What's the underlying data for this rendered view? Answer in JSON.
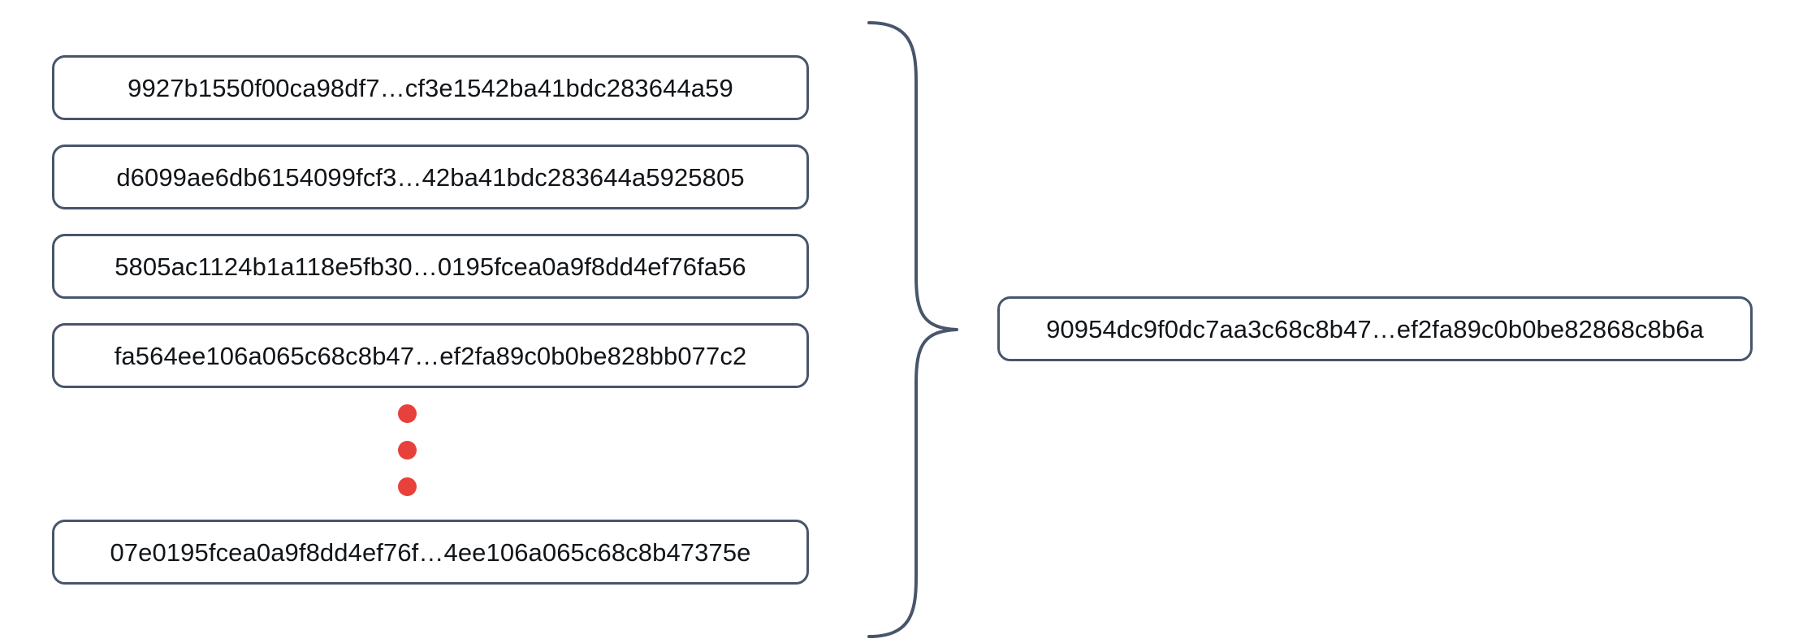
{
  "diagram": {
    "type": "aggregation-brace",
    "title": "",
    "accent_color": "#48556b",
    "dot_color": "#e8403a",
    "text_color": "#111418",
    "background_color": "#ffffff",
    "inputs": [
      {
        "label": "9927b1550f00ca98df7…cf3e1542ba41bdc283644a59"
      },
      {
        "label": "d6099ae6db6154099fcf3…42ba41bdc283644a5925805"
      },
      {
        "label": "5805ac1124b1a118e5fb30…0195fcea0a9f8dd4ef76fa56"
      },
      {
        "label": "fa564ee106a065c68c8b47…ef2fa89c0b0be828bb077c2"
      },
      {
        "label": "07e0195fcea0a9f8dd4ef76f…4ee106a065c68c8b47375e"
      }
    ],
    "ellipsis": {
      "name": "vertical-ellipsis",
      "dot_count": 3
    },
    "brace": {
      "name": "curly-brace",
      "orientation": "right-pointing"
    },
    "outputs": [
      {
        "label": "90954dc9f0dc7aa3c68c8b47…ef2fa89c0b0be82868c8b6a"
      }
    ]
  }
}
